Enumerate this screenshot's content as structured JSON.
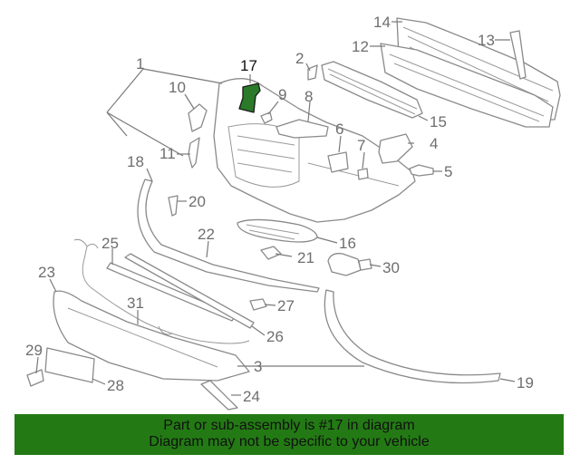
{
  "callouts": {
    "c1": "1",
    "c2": "2",
    "c3": "3",
    "c4": "4",
    "c5": "5",
    "c6": "6",
    "c7": "7",
    "c8": "8",
    "c9": "9",
    "c10": "10",
    "c11": "11",
    "c12": "12",
    "c13": "13",
    "c14": "14",
    "c15": "15",
    "c16": "16",
    "c17": "17",
    "c18": "18",
    "c19": "19",
    "c20": "20",
    "c21": "21",
    "c22": "22",
    "c23": "23",
    "c24": "24",
    "c25": "25",
    "c26": "26",
    "c27": "27",
    "c28": "28",
    "c29": "29",
    "c30": "30",
    "c31": "31"
  },
  "highlight": {
    "part": "17",
    "color": "#2a7a2a"
  },
  "banner": {
    "line1": "Part or sub-assembly is #17 in diagram",
    "line2": "Diagram may not be specific to your vehicle",
    "background": "#237a14"
  }
}
